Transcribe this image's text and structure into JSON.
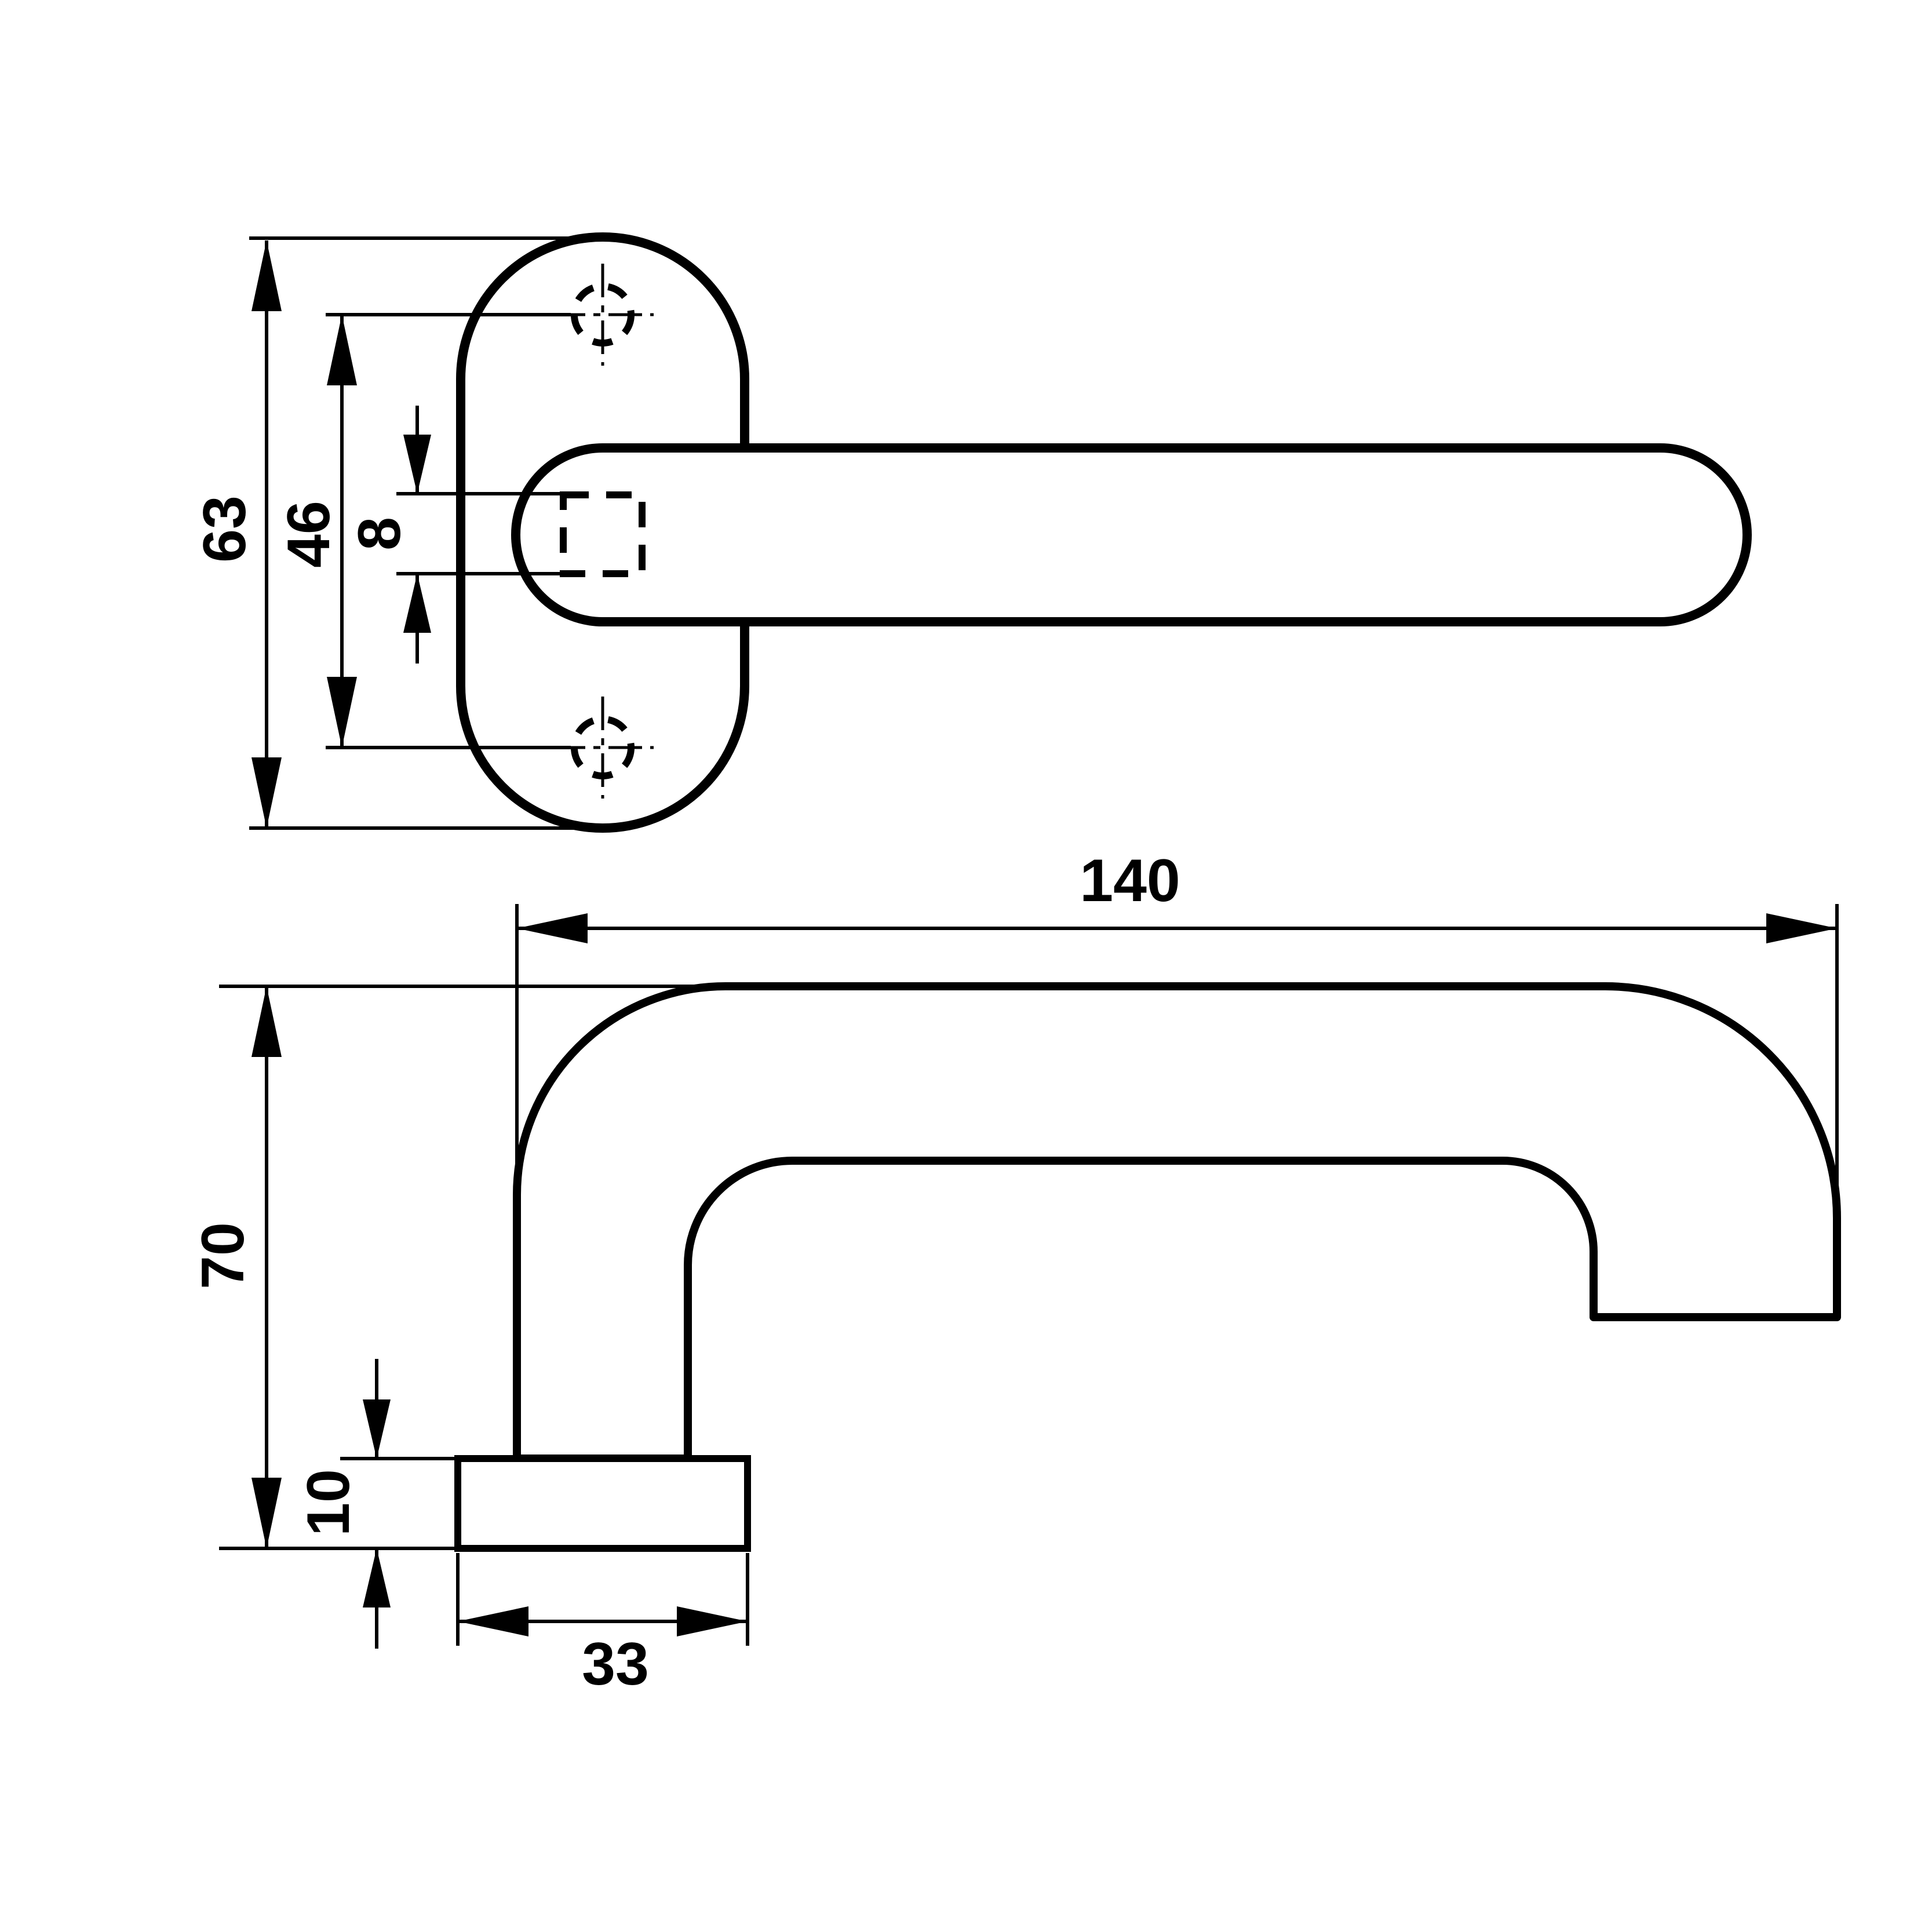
{
  "drawing": {
    "background": "#ffffff",
    "line_color": "#000000",
    "views": {
      "front": {
        "title": "front-view-oval-rosette-with-lever",
        "dims": {
          "rosette_height": "63",
          "hole_spacing": "46",
          "spindle_square": "8"
        }
      },
      "side": {
        "title": "side-profile-view",
        "dims": {
          "handle_length": "140",
          "handle_height": "70",
          "rosette_thickness": "10",
          "rosette_width": "33"
        }
      }
    }
  }
}
